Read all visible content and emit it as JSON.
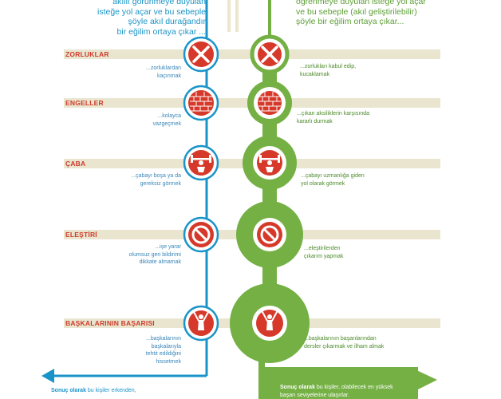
{
  "intro": {
    "blue": [
      "akıllı görünmeye duyulan",
      "isteğe yol açar ve bu sebeple",
      "şöyle akıl durağandır",
      "bir eğilim ortaya çıkar ..."
    ],
    "green": [
      "öğrenmeye duyulan isteğe yol açar",
      "ve bu sebeple (akıl geliştirilebilir)",
      "şöyle bir eğilim ortaya çıkar..."
    ]
  },
  "rows": [
    {
      "label": "ZORLUKLAR",
      "icon": "x-mark-icon",
      "blue": [
        "...zorluklardan",
        "kaçınmak"
      ],
      "green": [
        "...zorlukları kabul edip,",
        "kucaklamak"
      ]
    },
    {
      "label": "ENGELLER",
      "icon": "brick-wall-icon",
      "blue": [
        "...kolayca",
        "vazgeçmek"
      ],
      "green": [
        "...çıkan aksiliklerin karşısında",
        "kararlı durmak"
      ]
    },
    {
      "label": "ÇABA",
      "icon": "weightlifter-icon",
      "blue": [
        "...çabayı boşa ya da",
        "gereksiz görmek"
      ],
      "green": [
        "...çabayı uzmanlığa giden",
        "yol olarak görmek"
      ]
    },
    {
      "label": "ELEŞTİRİ",
      "icon": "no-entry-icon",
      "blue": [
        "...işe yarar",
        "olumsuz geri bildirimi",
        "dikkate almamak"
      ],
      "green": [
        "...eleştirilerden",
        "çıkarım yapmak"
      ]
    },
    {
      "label": "BAŞKALARININ BAŞARISI",
      "icon": "winner-icon",
      "blue": [
        "...başkalarının",
        "başkalarıyla",
        "tehtit edildiğini",
        "hissetmek"
      ],
      "green": [
        "...başkalarının başarılarından",
        "dersler çıkarmak ve ilham almak"
      ]
    }
  ],
  "conclusion": {
    "blue_bold": "Sonuç olarak",
    "blue_text": " bu kişiler erkenden,",
    "green_bold": "Sonuç olarak",
    "green_line1": " bu kişiler, olabilecek  en yüksek",
    "green_line2": "başarı seviyelerine ulaşırlar."
  },
  "colors": {
    "blue": "#1a94c8",
    "green": "#74b044",
    "red": "#d6392a",
    "band": "#e9e5cf",
    "label": "#cf3b2b"
  }
}
